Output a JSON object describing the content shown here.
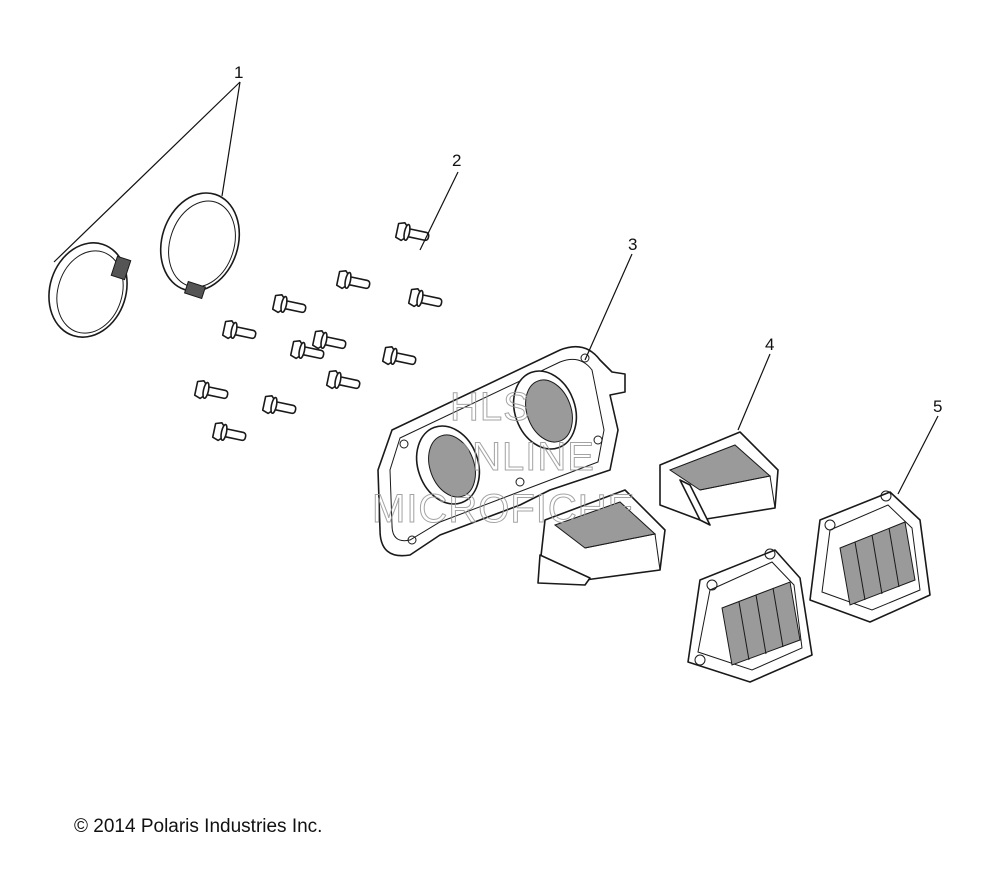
{
  "callouts": [
    {
      "label": "1"
    },
    {
      "label": "2"
    },
    {
      "label": "3"
    },
    {
      "label": "4"
    },
    {
      "label": "5"
    }
  ],
  "watermark": {
    "line1": "HLSM",
    "line2": "ONLINE",
    "line3": "MICROFICHE"
  },
  "copyright": "© 2014 Polaris Industries Inc."
}
